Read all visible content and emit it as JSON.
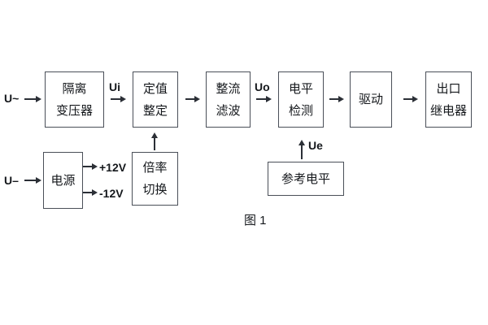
{
  "figure": {
    "caption": "图 1",
    "colors": {
      "background": "#ffffff",
      "box_border": "#4a4f58",
      "text": "#15181c",
      "arrow": "#2b2f36"
    },
    "blocks": {
      "isolation_transformer": {
        "line1": "隔离",
        "line2": "变压器"
      },
      "value_setting": {
        "line1": "定值",
        "line2": "整定"
      },
      "rectify_filter": {
        "line1": "整流",
        "line2": "滤波"
      },
      "level_detect": {
        "line1": "电平",
        "line2": "检测"
      },
      "drive": {
        "label": "驱动"
      },
      "output_relay": {
        "line1": "出口",
        "line2": "继电器"
      },
      "power_supply": {
        "label": "电源"
      },
      "multiplier_switch": {
        "line1": "倍率",
        "line2": "切换"
      },
      "reference_level": {
        "label": "参考电平"
      }
    },
    "labels": {
      "ac_input": "U~",
      "dc_input": "U–",
      "ui": "Ui",
      "uo": "Uo",
      "ue": "Ue",
      "plus_12v": "+12V",
      "minus_12v": "-12V"
    }
  }
}
